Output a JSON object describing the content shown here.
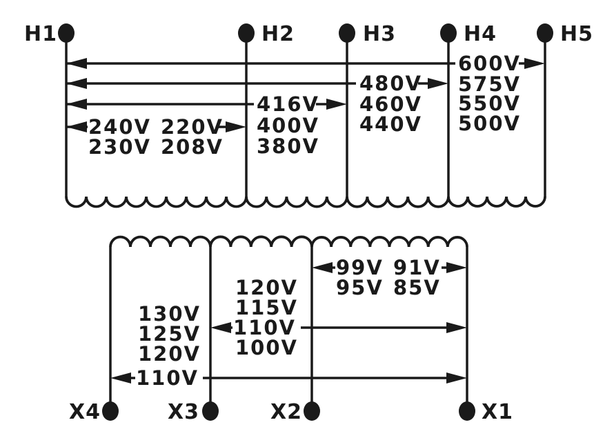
{
  "colors": {
    "ink": "#1a1a1a",
    "background": "#ffffff"
  },
  "primary": {
    "terminals": [
      "H1",
      "H2",
      "H3",
      "H4",
      "H5"
    ],
    "voltage_ranges": [
      {
        "between": [
          "H1",
          "H5"
        ],
        "voltages": [
          "600V",
          "575V",
          "550V",
          "500V"
        ]
      },
      {
        "between": [
          "H1",
          "H4"
        ],
        "voltages": [
          "480V",
          "460V",
          "440V"
        ]
      },
      {
        "between": [
          "H1",
          "H3"
        ],
        "voltages": [
          "416V",
          "400V",
          "380V"
        ]
      },
      {
        "between": [
          "H1",
          "H2"
        ],
        "voltages": [
          "240V",
          "220V",
          "230V",
          "208V"
        ]
      }
    ]
  },
  "secondary": {
    "terminals": [
      "X4",
      "X3",
      "X2",
      "X1"
    ],
    "voltage_ranges": [
      {
        "between": [
          "X2",
          "X1"
        ],
        "voltages": [
          "99V",
          "91V",
          "95V",
          "85V"
        ]
      },
      {
        "between": [
          "X3",
          "X1"
        ],
        "voltages": [
          "120V",
          "115V",
          "110V",
          "100V"
        ]
      },
      {
        "between": [
          "X4",
          "X1"
        ],
        "voltages": [
          "130V",
          "125V",
          "120V",
          "110V"
        ]
      }
    ]
  }
}
